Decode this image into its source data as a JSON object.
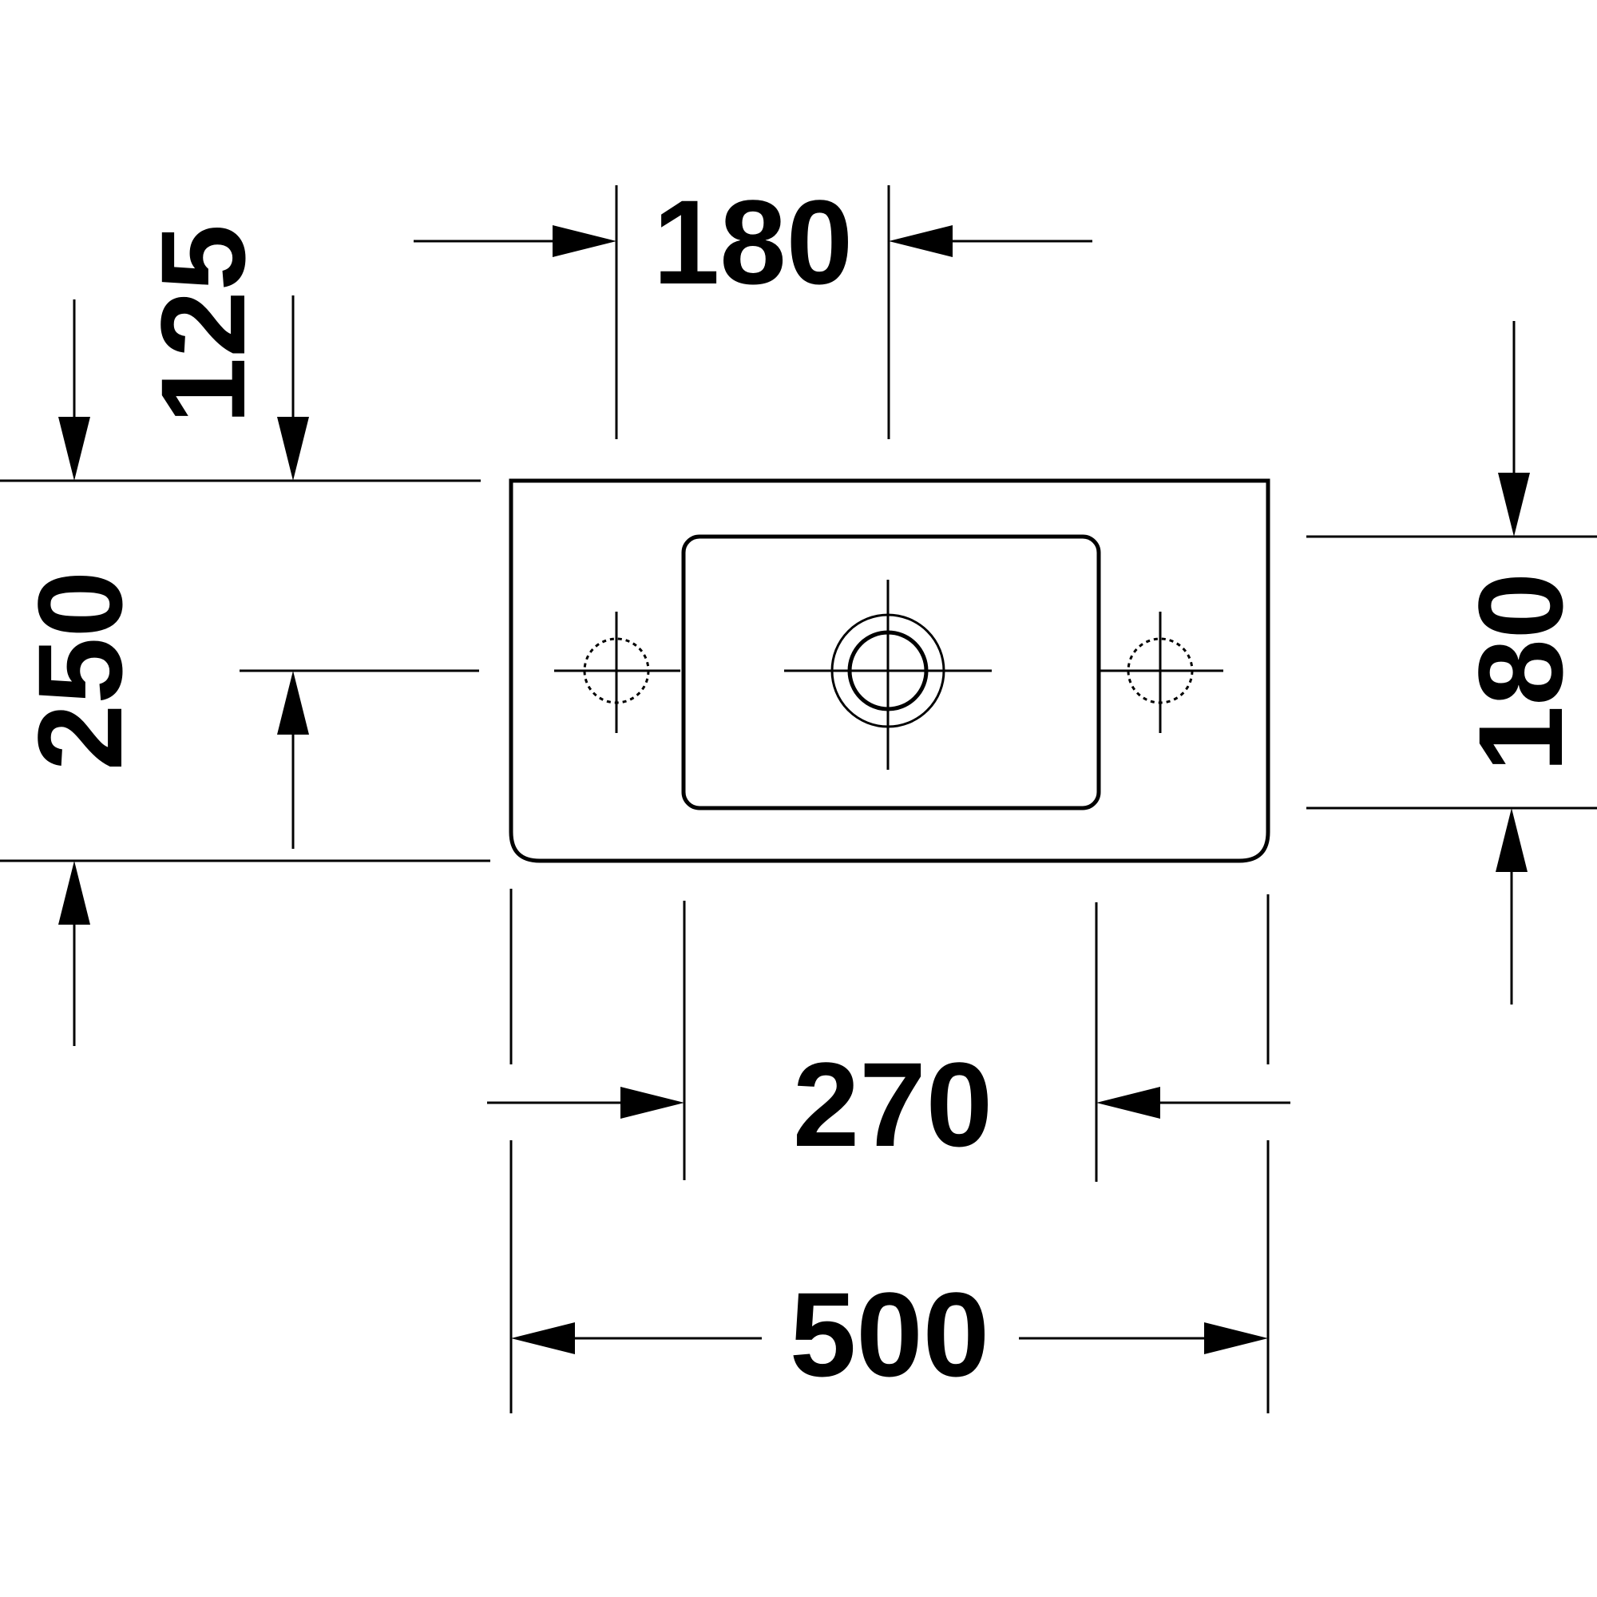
{
  "dimensions": {
    "tap_hole_spacing": "180",
    "tap_hole_offset": "125",
    "overall_depth": "250",
    "bowl_depth": "180",
    "bowl_width": "270",
    "overall_width": "500"
  }
}
